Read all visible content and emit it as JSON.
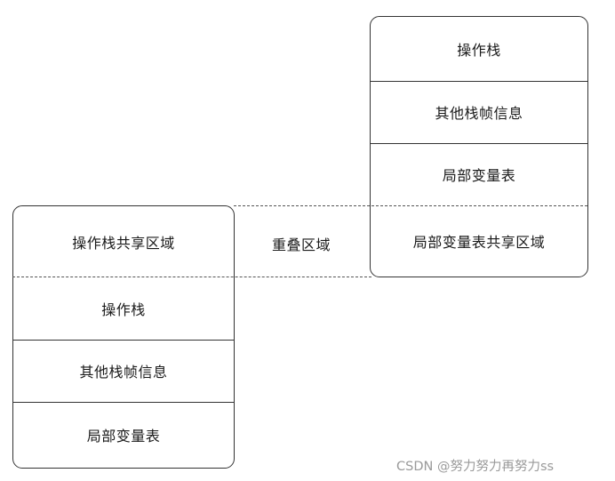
{
  "right_frame": {
    "sections": [
      "操作栈",
      "其他栈帧信息",
      "局部变量表",
      "局部变量表共享区域"
    ]
  },
  "left_frame": {
    "sections": [
      "操作栈共享区域",
      "操作栈",
      "其他栈帧信息",
      "局部变量表"
    ]
  },
  "overlap_label": "重叠区域",
  "watermark": "CSDN @努力努力再努力ss"
}
